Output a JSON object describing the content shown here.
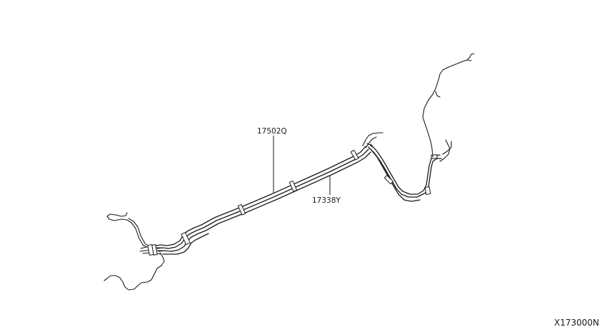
{
  "diagram": {
    "parts": [
      {
        "number": "17502Q"
      },
      {
        "number": "17338Y"
      }
    ],
    "code": "X173000N"
  }
}
